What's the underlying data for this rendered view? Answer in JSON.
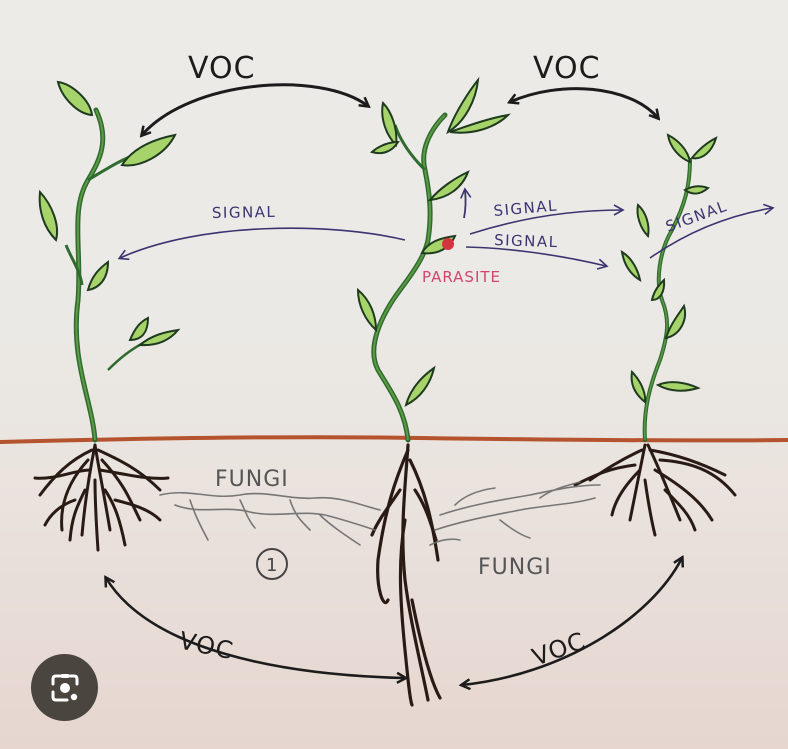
{
  "diagram": {
    "top_labels": {
      "voc_left": "VOC",
      "voc_right": "VOC"
    },
    "signal_labels": {
      "signal_left": "SIGNAL",
      "signal_center_upper": "SIGNAL",
      "signal_center_lower": "SIGNAL",
      "signal_right": "SIGNAL"
    },
    "parasite_label": "PARASITE",
    "underground_labels": {
      "fungi_left": "FUNGI",
      "fungi_right": "FUNGI",
      "marker_number": "1",
      "voc_bottom_left": "VOC",
      "voc_bottom_right": "VOC"
    },
    "colors": {
      "background": "#ebe9e5",
      "soil_line": "#b5532e",
      "leaf_fill": "#a6d46a",
      "stem": "#2f6b2f",
      "signal_ink": "#3b3470",
      "parasite": "#d2456c",
      "roots": "#2a1a14",
      "fungi": "#6b6b6b"
    }
  },
  "overlay": {
    "lens_button_icon": "google-lens-icon"
  }
}
